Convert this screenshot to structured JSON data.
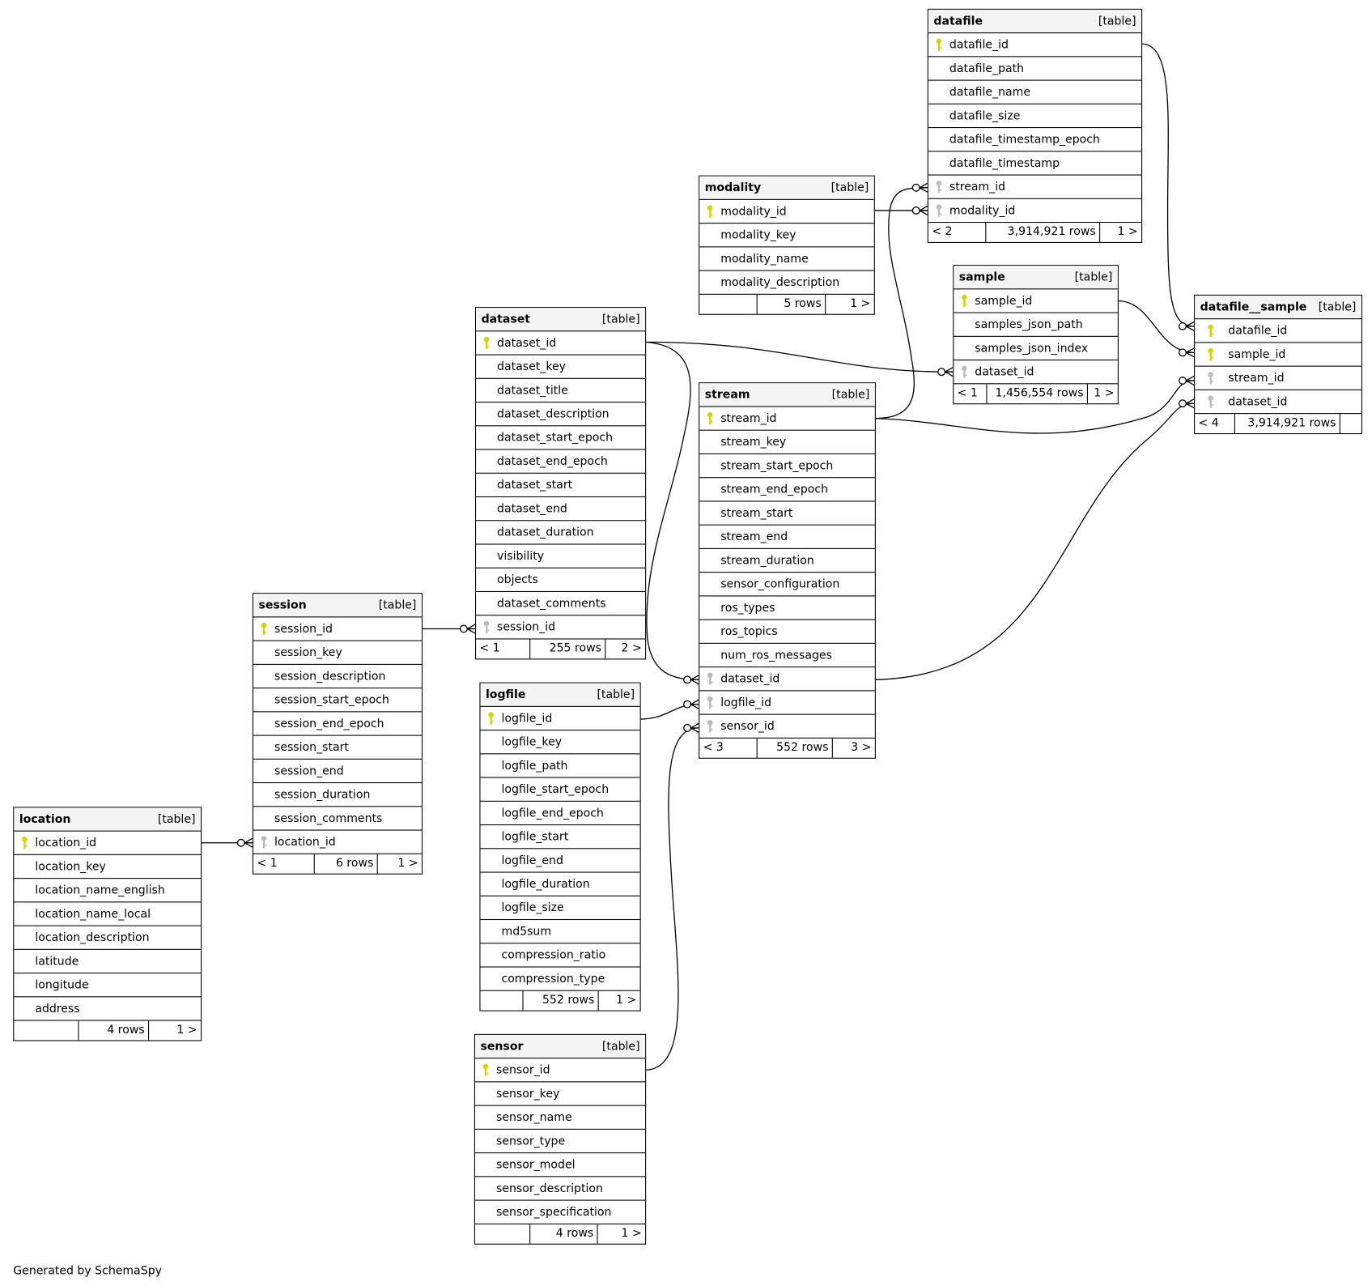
{
  "tables": [
    {
      "id": "datafile",
      "name": "datafile",
      "tag": "[table]",
      "columns": [
        {
          "name": "datafile_id",
          "key": "pk"
        },
        {
          "name": "datafile_path",
          "key": ""
        },
        {
          "name": "datafile_name",
          "key": ""
        },
        {
          "name": "datafile_size",
          "key": ""
        },
        {
          "name": "datafile_timestamp_epoch",
          "key": ""
        },
        {
          "name": "datafile_timestamp",
          "key": ""
        },
        {
          "name": "stream_id",
          "key": "fk"
        },
        {
          "name": "modality_id",
          "key": "fk"
        }
      ],
      "footer": {
        "left": "< 2",
        "rows": "3,914,921 rows",
        "right": "1 >"
      }
    },
    {
      "id": "modality",
      "name": "modality",
      "tag": "[table]",
      "columns": [
        {
          "name": "modality_id",
          "key": "pk"
        },
        {
          "name": "modality_key",
          "key": ""
        },
        {
          "name": "modality_name",
          "key": ""
        },
        {
          "name": "modality_description",
          "key": ""
        }
      ],
      "footer": {
        "left": "",
        "rows": "5 rows",
        "right": "1 >"
      }
    },
    {
      "id": "sample",
      "name": "sample",
      "tag": "[table]",
      "columns": [
        {
          "name": "sample_id",
          "key": "pk"
        },
        {
          "name": "samples_json_path",
          "key": ""
        },
        {
          "name": "samples_json_index",
          "key": ""
        },
        {
          "name": "dataset_id",
          "key": "fk"
        }
      ],
      "footer": {
        "left": "< 1",
        "rows": "1,456,554 rows",
        "right": "1 >"
      }
    },
    {
      "id": "datafile_sample",
      "name": "datafile__sample",
      "tag": "[table]",
      "columns": [
        {
          "name": "datafile_id",
          "key": "pk"
        },
        {
          "name": "sample_id",
          "key": "pk"
        },
        {
          "name": "stream_id",
          "key": "fk"
        },
        {
          "name": "dataset_id",
          "key": "fk"
        }
      ],
      "footer": {
        "left": "< 4",
        "rows": "3,914,921 rows",
        "right": ""
      }
    },
    {
      "id": "dataset",
      "name": "dataset",
      "tag": "[table]",
      "columns": [
        {
          "name": "dataset_id",
          "key": "pk"
        },
        {
          "name": "dataset_key",
          "key": ""
        },
        {
          "name": "dataset_title",
          "key": ""
        },
        {
          "name": "dataset_description",
          "key": ""
        },
        {
          "name": "dataset_start_epoch",
          "key": ""
        },
        {
          "name": "dataset_end_epoch",
          "key": ""
        },
        {
          "name": "dataset_start",
          "key": ""
        },
        {
          "name": "dataset_end",
          "key": ""
        },
        {
          "name": "dataset_duration",
          "key": ""
        },
        {
          "name": "visibility",
          "key": ""
        },
        {
          "name": "objects",
          "key": ""
        },
        {
          "name": "dataset_comments",
          "key": ""
        },
        {
          "name": "session_id",
          "key": "fk"
        }
      ],
      "footer": {
        "left": "< 1",
        "rows": "255 rows",
        "right": "2 >"
      }
    },
    {
      "id": "stream",
      "name": "stream",
      "tag": "[table]",
      "columns": [
        {
          "name": "stream_id",
          "key": "pk"
        },
        {
          "name": "stream_key",
          "key": ""
        },
        {
          "name": "stream_start_epoch",
          "key": ""
        },
        {
          "name": "stream_end_epoch",
          "key": ""
        },
        {
          "name": "stream_start",
          "key": ""
        },
        {
          "name": "stream_end",
          "key": ""
        },
        {
          "name": "stream_duration",
          "key": ""
        },
        {
          "name": "sensor_configuration",
          "key": ""
        },
        {
          "name": "ros_types",
          "key": ""
        },
        {
          "name": "ros_topics",
          "key": ""
        },
        {
          "name": "num_ros_messages",
          "key": ""
        },
        {
          "name": "dataset_id",
          "key": "fk"
        },
        {
          "name": "logfile_id",
          "key": "fk"
        },
        {
          "name": "sensor_id",
          "key": "fk"
        }
      ],
      "footer": {
        "left": "< 3",
        "rows": "552 rows",
        "right": "3 >"
      }
    },
    {
      "id": "session",
      "name": "session",
      "tag": "[table]",
      "columns": [
        {
          "name": "session_id",
          "key": "pk"
        },
        {
          "name": "session_key",
          "key": ""
        },
        {
          "name": "session_description",
          "key": ""
        },
        {
          "name": "session_start_epoch",
          "key": ""
        },
        {
          "name": "session_end_epoch",
          "key": ""
        },
        {
          "name": "session_start",
          "key": ""
        },
        {
          "name": "session_end",
          "key": ""
        },
        {
          "name": "session_duration",
          "key": ""
        },
        {
          "name": "session_comments",
          "key": ""
        },
        {
          "name": "location_id",
          "key": "fk"
        }
      ],
      "footer": {
        "left": "< 1",
        "rows": "6 rows",
        "right": "1 >"
      }
    },
    {
      "id": "logfile",
      "name": "logfile",
      "tag": "[table]",
      "columns": [
        {
          "name": "logfile_id",
          "key": "pk"
        },
        {
          "name": "logfile_key",
          "key": ""
        },
        {
          "name": "logfile_path",
          "key": ""
        },
        {
          "name": "logfile_start_epoch",
          "key": ""
        },
        {
          "name": "logfile_end_epoch",
          "key": ""
        },
        {
          "name": "logfile_start",
          "key": ""
        },
        {
          "name": "logfile_end",
          "key": ""
        },
        {
          "name": "logfile_duration",
          "key": ""
        },
        {
          "name": "logfile_size",
          "key": ""
        },
        {
          "name": "md5sum",
          "key": ""
        },
        {
          "name": "compression_ratio",
          "key": ""
        },
        {
          "name": "compression_type",
          "key": ""
        }
      ],
      "footer": {
        "left": "",
        "rows": "552 rows",
        "right": "1 >"
      }
    },
    {
      "id": "location",
      "name": "location",
      "tag": "[table]",
      "columns": [
        {
          "name": "location_id",
          "key": "pk"
        },
        {
          "name": "location_key",
          "key": ""
        },
        {
          "name": "location_name_english",
          "key": ""
        },
        {
          "name": "location_name_local",
          "key": ""
        },
        {
          "name": "location_description",
          "key": ""
        },
        {
          "name": "latitude",
          "key": ""
        },
        {
          "name": "longitude",
          "key": ""
        },
        {
          "name": "address",
          "key": ""
        }
      ],
      "footer": {
        "left": "",
        "rows": "4 rows",
        "right": "1 >"
      }
    },
    {
      "id": "sensor",
      "name": "sensor",
      "tag": "[table]",
      "columns": [
        {
          "name": "sensor_id",
          "key": "pk"
        },
        {
          "name": "sensor_key",
          "key": ""
        },
        {
          "name": "sensor_name",
          "key": ""
        },
        {
          "name": "sensor_type",
          "key": ""
        },
        {
          "name": "sensor_model",
          "key": ""
        },
        {
          "name": "sensor_description",
          "key": ""
        },
        {
          "name": "sensor_specification",
          "key": ""
        }
      ],
      "footer": {
        "left": "",
        "rows": "4 rows",
        "right": "1 >"
      }
    }
  ],
  "relationships": [
    {
      "from": "datafile.datafile_id",
      "to": "datafile__sample.datafile_id"
    },
    {
      "from": "stream.stream_id",
      "to": "datafile.stream_id"
    },
    {
      "from": "stream.stream_id",
      "to": "datafile__sample.stream_id"
    },
    {
      "from": "modality.modality_id",
      "to": "datafile.modality_id"
    },
    {
      "from": "sample.sample_id",
      "to": "datafile__sample.sample_id"
    },
    {
      "from": "dataset.dataset_id",
      "to": "sample.dataset_id"
    },
    {
      "from": "dataset.dataset_id",
      "to": "stream.dataset_id"
    },
    {
      "from": "stream.dataset_id",
      "to": "datafile__sample.dataset_id"
    },
    {
      "from": "session.session_id",
      "to": "dataset.session_id"
    },
    {
      "from": "location.location_id",
      "to": "session.location_id"
    },
    {
      "from": "logfile.logfile_id",
      "to": "stream.logfile_id"
    },
    {
      "from": "sensor.sensor_id",
      "to": "stream.sensor_id"
    }
  ],
  "colors": {
    "pk_key": "#d4d400",
    "fk_key": "#bbbbbb",
    "header_bg": "#f4f4f4"
  },
  "footer_text": "Generated by SchemaSpy"
}
